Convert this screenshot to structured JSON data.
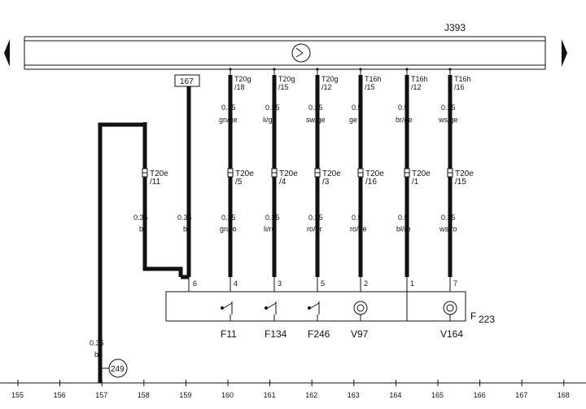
{
  "control_unit": {
    "label": "J393"
  },
  "fuse_label": "167",
  "component": {
    "label": "F",
    "number": "223"
  },
  "ground": {
    "label": "249"
  },
  "wires": [
    {
      "pin": "T20g\n/18",
      "gauge": "0.35",
      "color": "gn/ge",
      "conn": "T20e\n/5",
      "gauge2": "0.35",
      "color2": "gn/ro",
      "term": "4",
      "comp": "F11"
    },
    {
      "pin": "T20g\n/15",
      "gauge": "0.35",
      "color": "li/gn",
      "conn": "T20e\n/4",
      "gauge2": "0.35",
      "color2": "li/ro",
      "term": "3",
      "comp": "F134"
    },
    {
      "pin": "T20g\n/12",
      "gauge": "0.35",
      "color": "sw/ge",
      "conn": "T20e\n/3",
      "gauge2": "0.35",
      "color2": "ro/gr",
      "term": "5",
      "comp": "F246"
    },
    {
      "pin": "T16h\n/15",
      "gauge": "0.5",
      "color": "ge",
      "conn": "T20e\n/16",
      "gauge2": "0.5",
      "color2": "ro/ge",
      "term": "2",
      "comp": "V97"
    },
    {
      "pin": "T16h\n/12",
      "gauge": "0.5",
      "color": "br/ge",
      "conn": "T20e\n/1",
      "gauge2": "0.5",
      "color2": "bl/ro",
      "term": "1",
      "comp": ""
    },
    {
      "pin": "T16h\n/16",
      "gauge": "0.35",
      "color": "ws/ge",
      "conn": "T20e\n/15",
      "gauge2": "0.35",
      "color2": "ws/ro",
      "term": "7",
      "comp": "V164"
    }
  ],
  "left_wire": {
    "conn": "T20e\n/11",
    "gauge": "0.35",
    "color": "br"
  },
  "fuse_wire": {
    "gauge": "0.35",
    "color": "br",
    "term": "6"
  },
  "ground_wire": {
    "gauge": "0.35",
    "color": "br"
  },
  "ruler": [
    "155",
    "156",
    "157",
    "158",
    "159",
    "160",
    "161",
    "162",
    "163",
    "164",
    "165",
    "166",
    "167",
    "168"
  ]
}
